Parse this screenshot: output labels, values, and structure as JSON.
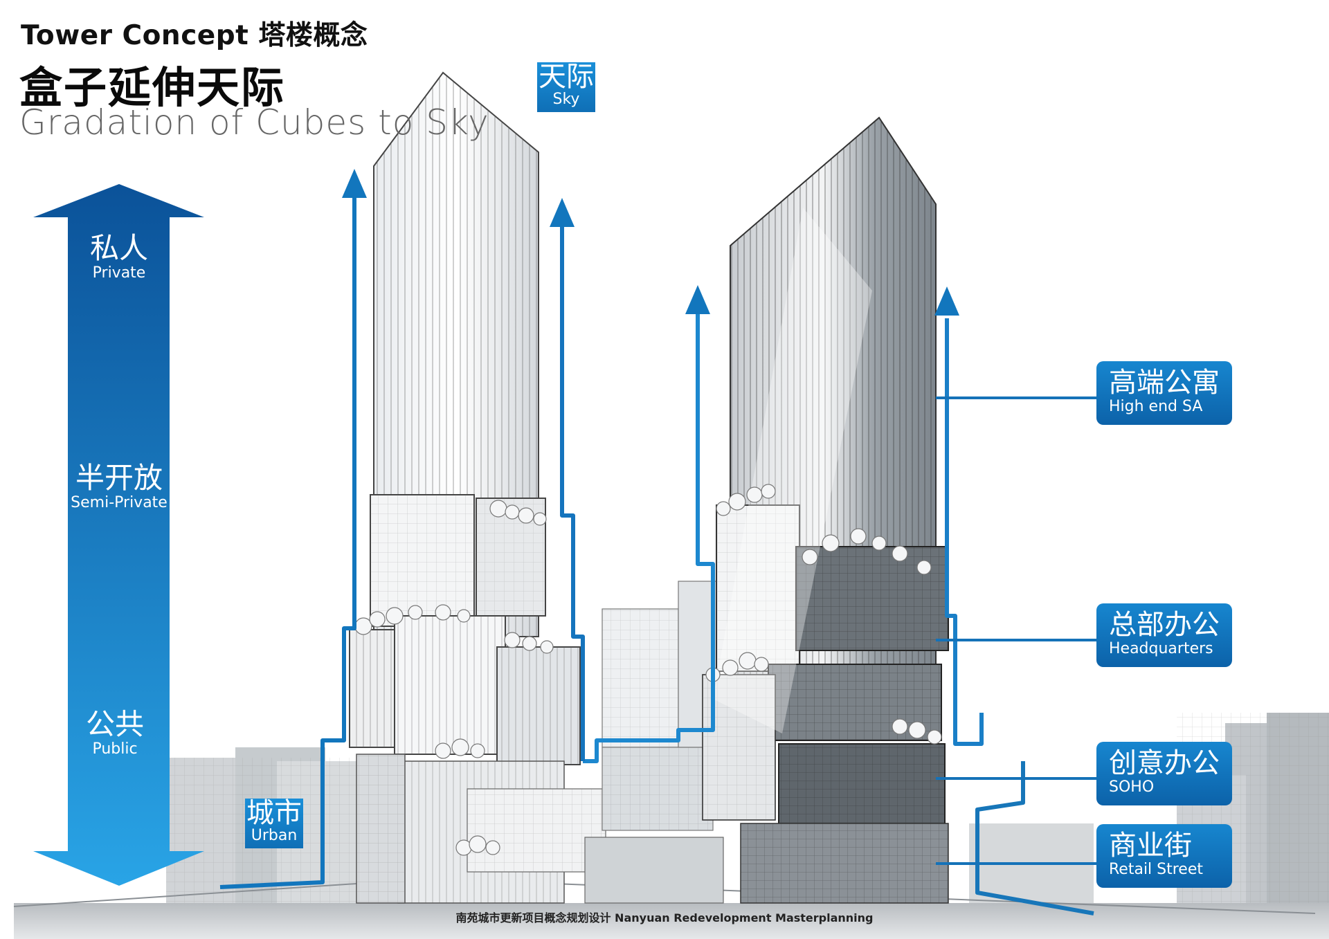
{
  "header": {
    "title_en": "Tower Concept 塔楼概念",
    "title_cn": "盒子延伸天际",
    "subtitle": "Gradation of Cubes to Sky"
  },
  "vertical_arrow": {
    "top": {
      "cn": "私人",
      "en": "Private"
    },
    "middle": {
      "cn": "半开放",
      "en": "Semi-Private"
    },
    "bottom": {
      "cn": "公共",
      "en": "Public"
    }
  },
  "tags": {
    "sky": {
      "cn": "天际",
      "en": "Sky"
    },
    "urban": {
      "cn": "城市",
      "en": "Urban"
    }
  },
  "legend": [
    {
      "cn": "高端公寓",
      "en": "High end SA"
    },
    {
      "cn": "总部办公",
      "en": "Headquarters"
    },
    {
      "cn": "创意办公",
      "en": "SOHO"
    },
    {
      "cn": "商业街",
      "en": "Retail Street"
    }
  ],
  "footer": "南苑城市更新项目概念规划设计 Nanyuan Redevelopment Masterplanning",
  "colors": {
    "accent_blue": "#1286d3",
    "deep_blue": "#0b5ea6",
    "arrow_top": "#0b5299",
    "arrow_bottom": "#29a4e6"
  }
}
